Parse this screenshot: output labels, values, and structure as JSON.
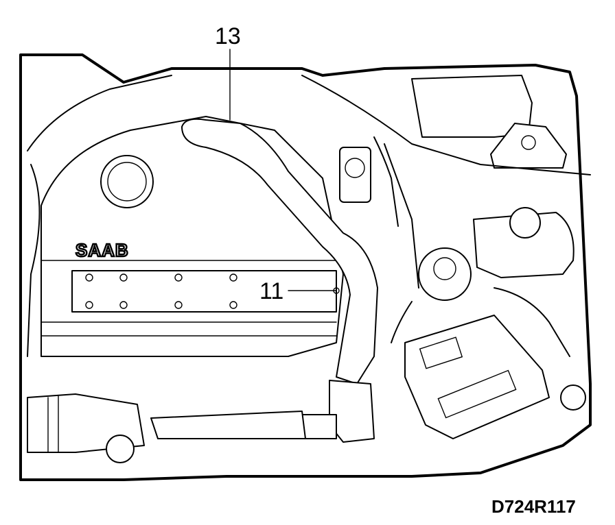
{
  "figure": {
    "id": "D724R117",
    "callouts": [
      "13",
      "11"
    ],
    "logo_text": "SAAB"
  },
  "colors": {
    "line": "#000000",
    "background": "#ffffff"
  }
}
